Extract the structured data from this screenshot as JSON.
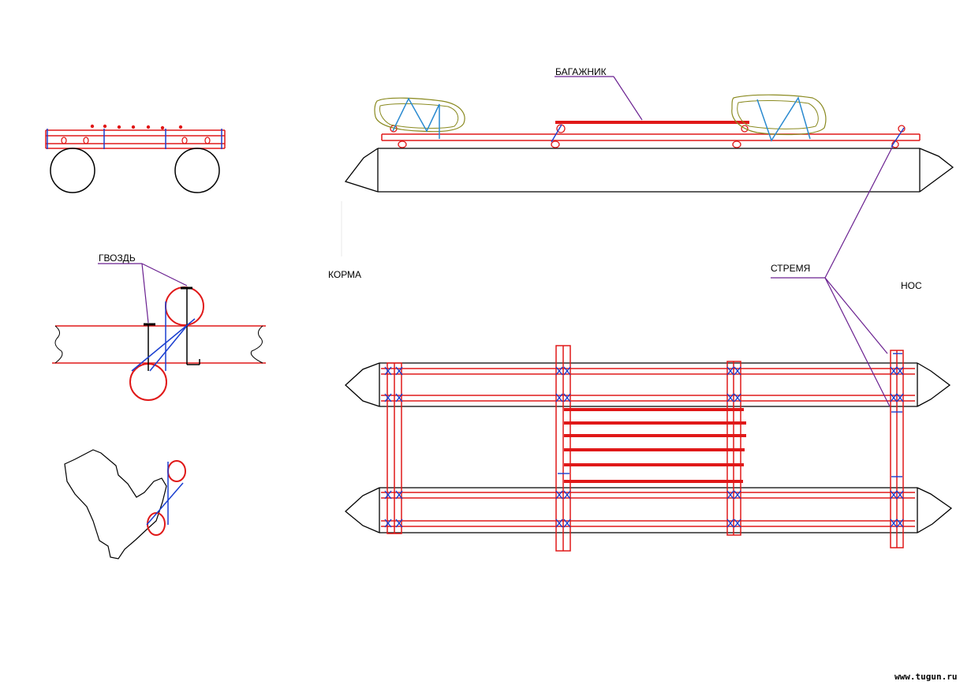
{
  "labels": {
    "trunk": "БАГАЖНИК",
    "stern": "КОРМА",
    "stirrup": "СТРЕМЯ",
    "bow": "НОС",
    "nail": "ГВОЗДЬ"
  },
  "watermark": "www.tugun.ru",
  "colors": {
    "frame": "#e01818",
    "lashing": "#1a3fd0",
    "outline": "#000000",
    "leader": "#6a2090",
    "bag": "#8a8a20",
    "bag_strap": "#2a8ad0"
  }
}
